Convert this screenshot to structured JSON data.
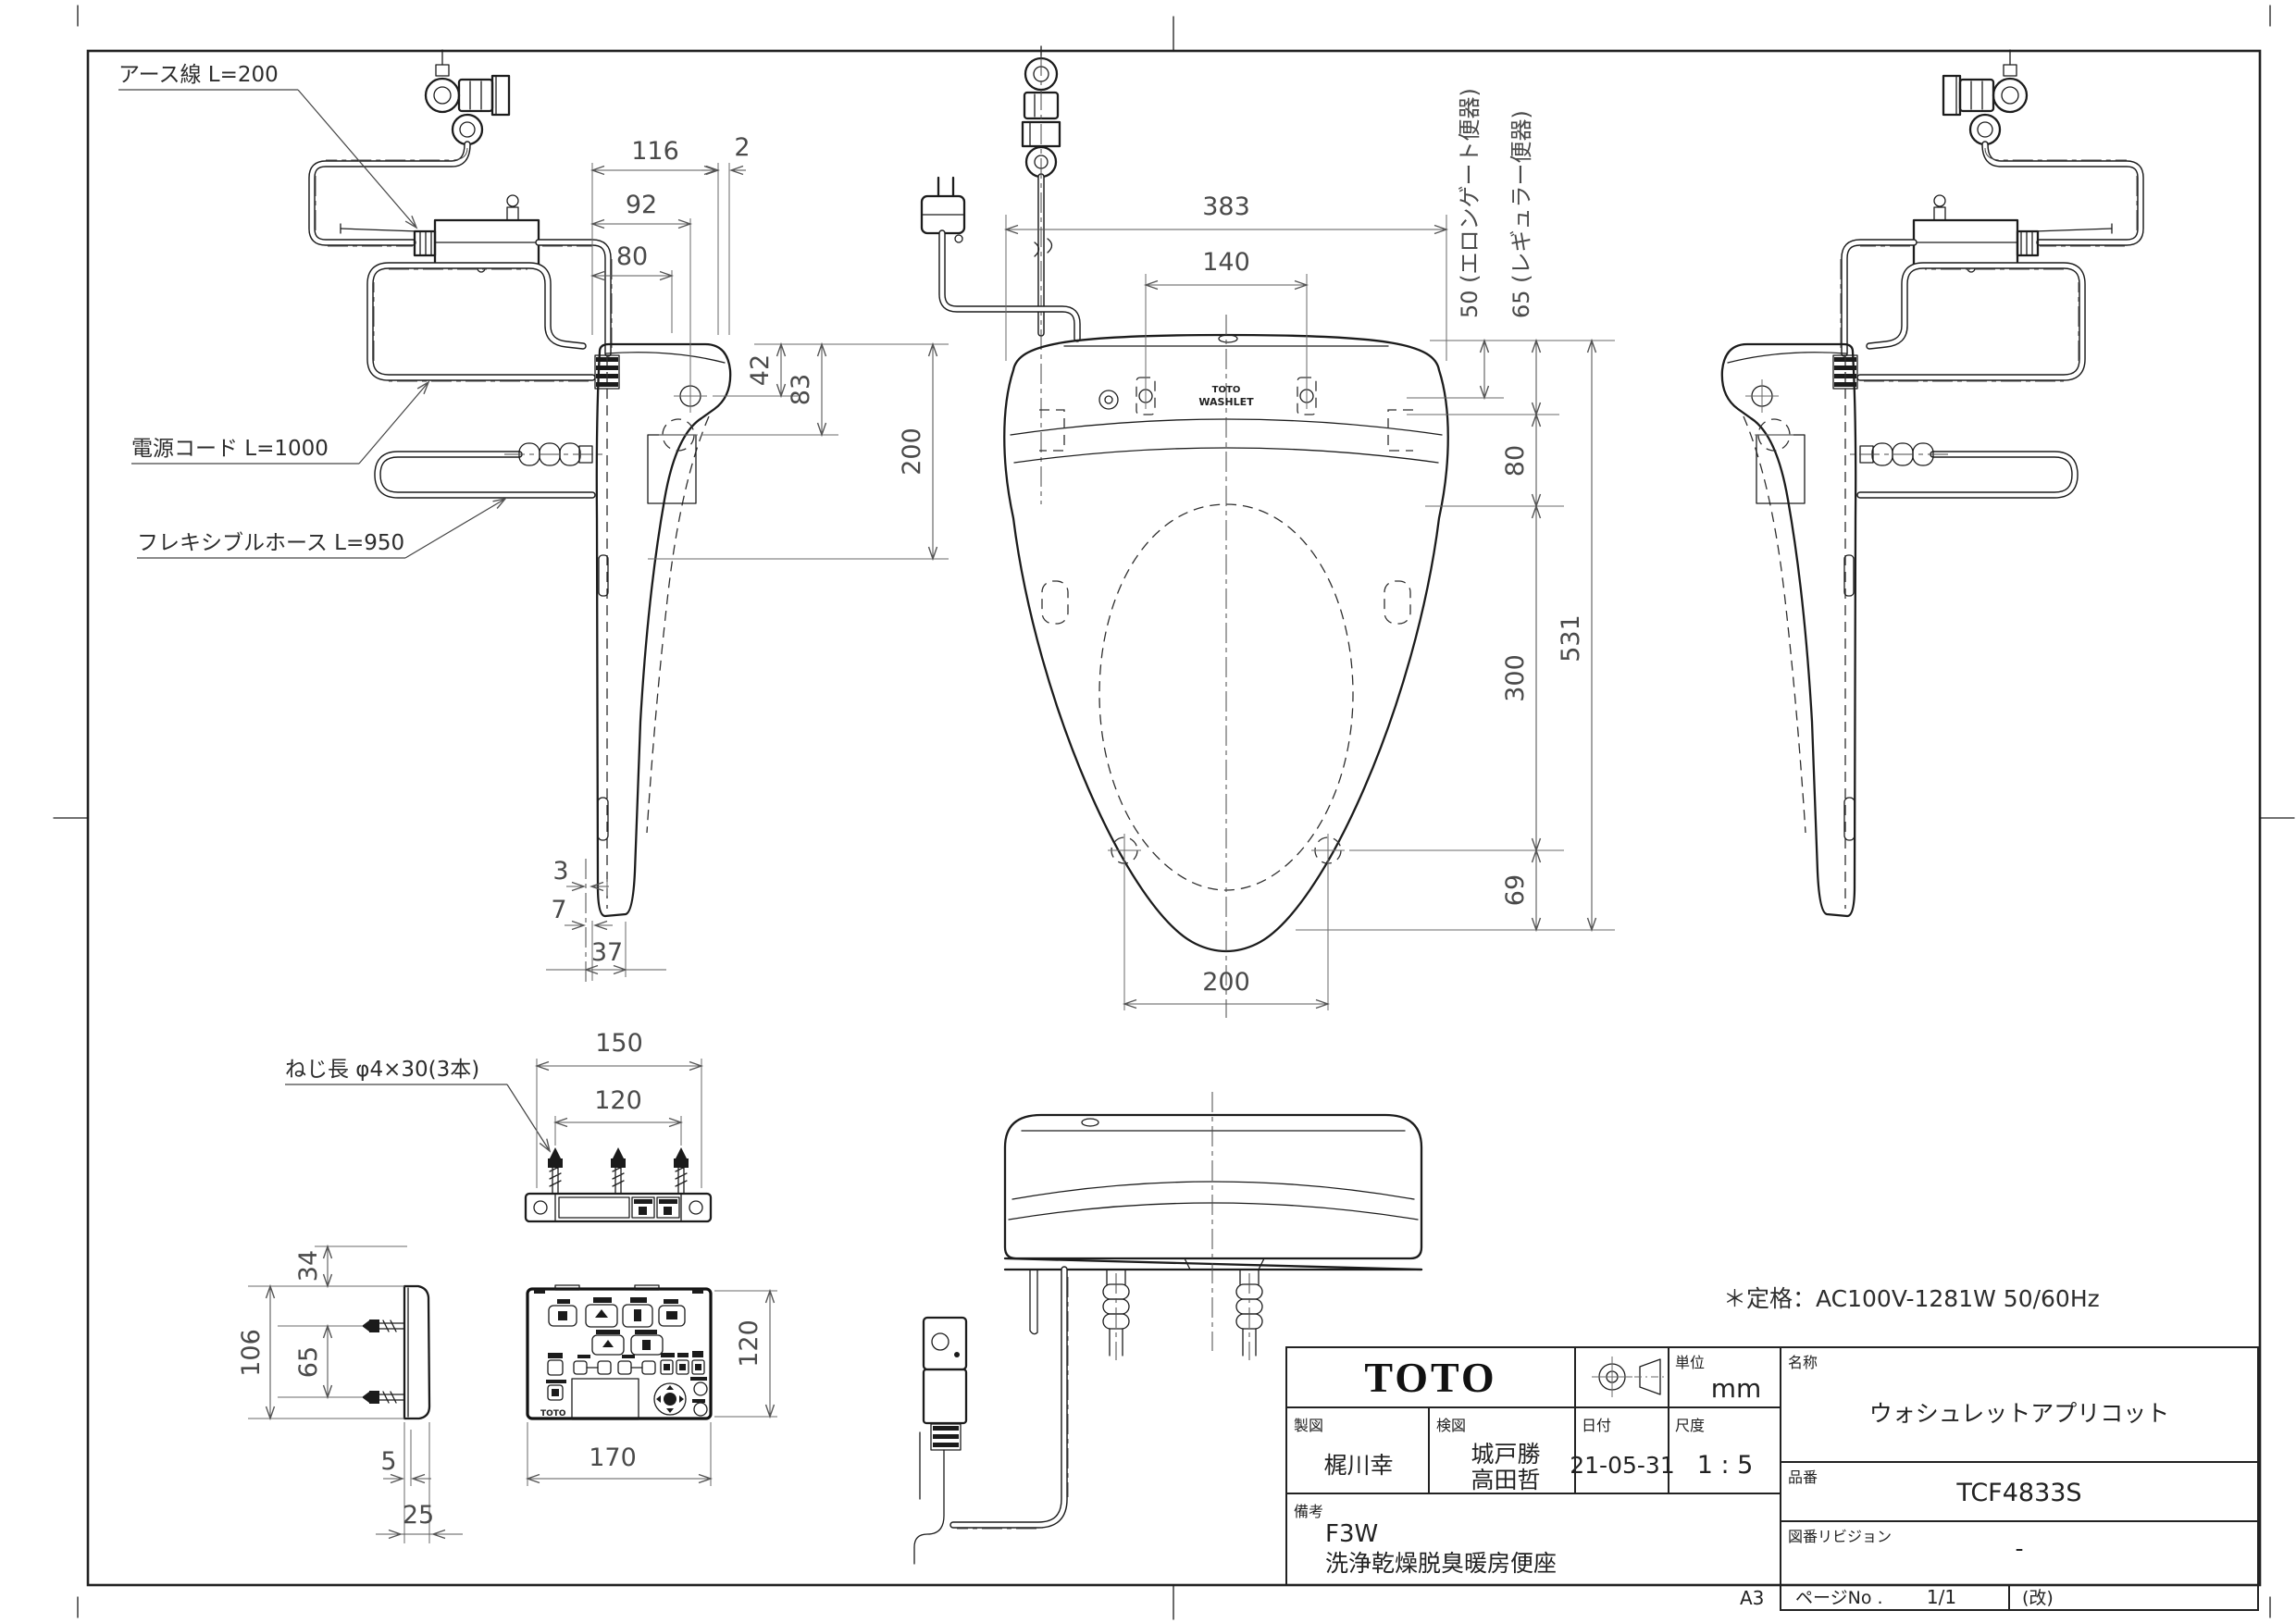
{
  "labels": {
    "earth_wire": "アース線 L=200",
    "power_cord": "電源コード L=1000",
    "flexible_hose": "フレキシブルホース L=950",
    "screw_note": "ねじ長 φ4×30(3本)",
    "rating": "＊定格：AC100V-1281W 50/60Hz",
    "washlet_line1": "TOTO",
    "washlet_line2": "WASHLET"
  },
  "dims": {
    "side": {
      "d116": "116",
      "d2": "2",
      "d92": "92",
      "d80": "80",
      "d42": "42",
      "d83": "83",
      "d200": "200",
      "d3": "3",
      "d7": "7",
      "d37": "37"
    },
    "top": {
      "d383": "383",
      "d140": "140",
      "d50": "50 (エロンゲート便器)",
      "d65": "65 (レギュラー便器)",
      "d80": "80",
      "d300": "300",
      "d69": "69",
      "d531": "531",
      "d200": "200"
    },
    "plate": {
      "d150": "150",
      "d120": "120"
    },
    "hanger": {
      "d34": "34",
      "d106": "106",
      "d65": "65",
      "d5": "5",
      "d25": "25"
    },
    "remote": {
      "d170": "170",
      "d120": "120"
    }
  },
  "remote": {
    "brand": "TOTO"
  },
  "title_block": {
    "brand": "TOTO",
    "unit_label": "単位",
    "unit_value": "mm",
    "drafted_label": "製図",
    "drafted_by": "梶川幸",
    "checked_label": "検図",
    "checked_by_1": "城戸勝",
    "checked_by_2": "高田哲",
    "date_label": "日付",
    "date_value": "21-05-31",
    "scale_label": "尺度",
    "scale_value": "1 : 5",
    "remarks_label": "備考",
    "remarks_line1": "F3W",
    "remarks_line2": "洗浄乾燥脱臭暖房便座",
    "name_label": "名称",
    "name_value": "ウォシュレットアプリコット",
    "part_label": "品番",
    "part_value": "TCF4833S",
    "revision_label": "図番リビジョン",
    "revision_value": "-",
    "page_label": "ページNo .",
    "page_value": "1/1",
    "rev_mark": "(改)",
    "sheet_size": "A3"
  }
}
